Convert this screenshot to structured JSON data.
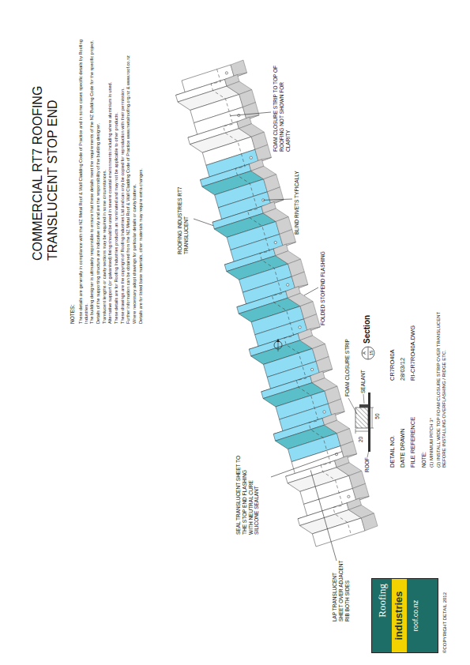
{
  "diagram": {
    "title": "COMMERCIAL RT7 ROOFING TRANSLUCENT STOP END",
    "nodes": [
      {
        "text": [
          "Roofing",
          "industries",
          "roof.co.nz"
        ]
      }
    ],
    "labels": [
      "NOTES:",
      "These details are generally in compliance with the NZ Metal Roof & Wall Cladding Code of Practice and in some cases specific details by Roofing Industries.",
      "The building designer is ultimately responsible to ensure that these details meet the requirements of the NZ Building Code for the specific project.",
      "Details of the supporting structure are indicative only and are the responsibility of the building designer.",
      "Translucent lengths or cavity sections may be required in some circumstances.",
      "Alternative support (or galvanised) fixing should be used in severe coastal environments including where aluminium is used.",
      "These details are for Roofing Industries products as nominated and may not be applicable to other products.",
      "These drawings are the copyright of Roofing Industries Ltd and can only be copied for reproduction with their permission.",
      "Further information can be obtained from the NZ Metal Roof & Wall Cladding Code of Practice www.metalroofing.org.nz & www.roof.co.nz",
      "Where necessary adopt drawings for particular details or cavity battens.",
      "Details are for listed base materials, other materials may require extra changes.",
      "ROOFING INDUSTRIES RT7 TRANSLUCENT",
      "FOAM CLOSURE STRIP TO TOP OF ROOFING NOT SHOWN FOR CLARITY",
      "BLIND RIVETS TYPICALLY",
      "FOLDED STOPEND FLASHING",
      "SEAL TRANSLUCENT SHEET TO THE STOP END FLASHING WITH NEUTRAL CURE SILICONE SEALANT",
      "LAP TRANSLUCENT SHEET OVER ADJACENT RIB BOTH SIDES",
      "FOAM CLOSURE STRIP",
      "ROOF",
      "20",
      "50",
      "SEALANT",
      "A",
      "15",
      "Section",
      "DETAIL NO.",
      "CR7RO40A",
      "DATE DRAWN",
      "28/03/12",
      "FILE REFERENCE",
      "RI-CR7RO40A.DWG",
      "NOTE:",
      "(1) MINIMUM PITCH 3°",
      "(2) INSTALL WIDE TOP FOAM CLOSURE STRIP OVER TRANSLUCENT BEFORE INSTALLING OVERFLASHING / RIDGE ETC.",
      "©COPYRIGHT DETAIL 2012"
    ]
  }
}
